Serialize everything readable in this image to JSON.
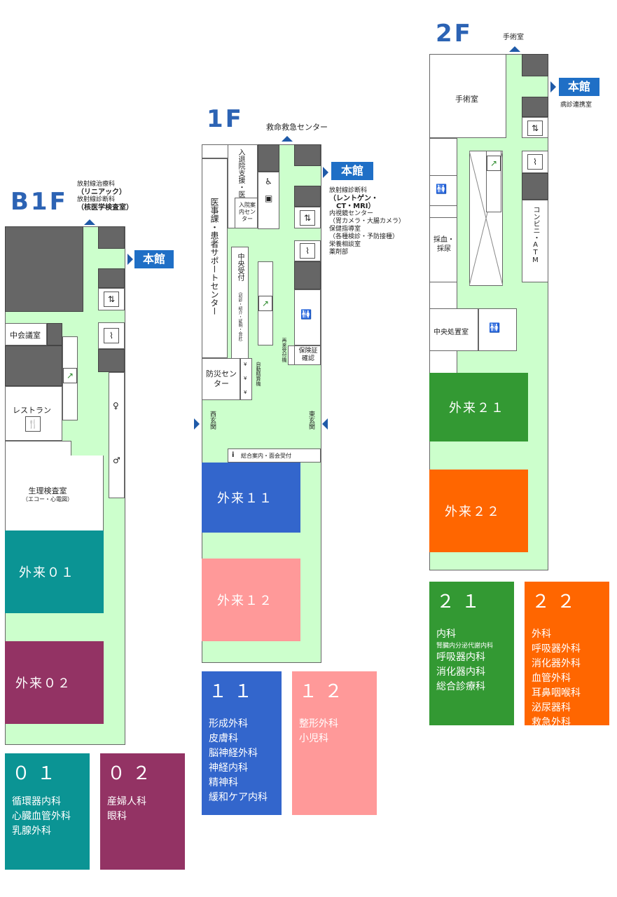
{
  "floors": {
    "b1": {
      "title": "B1F",
      "top_note": [
        "放射線治療科",
        "（リニアック）",
        "放射線診断科",
        "（核医学検査室）"
      ],
      "honkan": "本館",
      "rooms": {
        "meeting": "中会議室",
        "restaurant": "レストラン",
        "physio": "生理検査室",
        "physio_sub": "（エコー・心電図）"
      },
      "blocks": [
        {
          "label": "外来０１",
          "color": "#0b9494"
        },
        {
          "label": "外来０２",
          "color": "#933364"
        }
      ]
    },
    "f1": {
      "title": "1F",
      "top_note": "救命救急センター",
      "honkan": "本館",
      "side_note": [
        "放射線診断科",
        "（レントゲン・",
        "　CT・MRI）",
        "内視鏡センター",
        "（胃カメラ・大腸カメラ）",
        "保健指導室",
        "（各種検診・予防接種）",
        "栄養相談室",
        "薬剤部"
      ],
      "rooms": {
        "admission_support": "入退院支援・医療相談室",
        "medical_affairs": "医事課・患者サポートセンター",
        "admission_info": "入院案内センター",
        "central_reception": "中央受付",
        "central_reception_sub": "（初診・紹介・証明・会計）",
        "disaster": "防災センター",
        "auto_payment": "自動精算機",
        "re_reception": "再来受付機",
        "insurance": "保険証確認",
        "west_entrance": "西玄関",
        "east_entrance": "東玄関",
        "info_desk": "総合案内・面会受付"
      },
      "blocks": [
        {
          "label": "外来１１",
          "color": "#3366cc"
        },
        {
          "label": "外来１２",
          "color": "#ff9999"
        }
      ]
    },
    "f2": {
      "title": "2F",
      "top_note": "手術室",
      "honkan": "本館",
      "honkan_sub": "病診連携室",
      "rooms": {
        "surgery": "手術室",
        "convenience": "コンビニ・ATM",
        "blood": "採血・採尿",
        "central_treatment": "中央処置室"
      },
      "blocks": [
        {
          "label": "外来２１",
          "color": "#339933"
        },
        {
          "label": "外来２２",
          "color": "#ff6600"
        }
      ]
    }
  },
  "legend": [
    {
      "num": "０１",
      "color": "#0b9494",
      "depts": [
        "循環器内科",
        "心臓血管外科",
        "乳腺外科"
      ]
    },
    {
      "num": "０２",
      "color": "#933364",
      "depts": [
        "産婦人科",
        "眼科"
      ]
    },
    {
      "num": "１１",
      "color": "#3366cc",
      "depts": [
        "形成外科",
        "皮膚科",
        "脳神経外科",
        "神経内科",
        "精神科",
        "緩和ケア内科"
      ]
    },
    {
      "num": "１２",
      "color": "#ff9999",
      "depts": [
        "整形外科",
        "小児科"
      ]
    },
    {
      "num": "２１",
      "color": "#339933",
      "depts": [
        "内科",
        "腎臓内分泌代謝内科",
        "呼吸器内科",
        "消化器内科",
        "総合診療科"
      ]
    },
    {
      "num": "２２",
      "color": "#ff6600",
      "depts": [
        "外科",
        "呼吸器外科",
        "消化器外科",
        "血管外科",
        "耳鼻咽喉科",
        "泌尿器科",
        "救急外科"
      ]
    }
  ]
}
